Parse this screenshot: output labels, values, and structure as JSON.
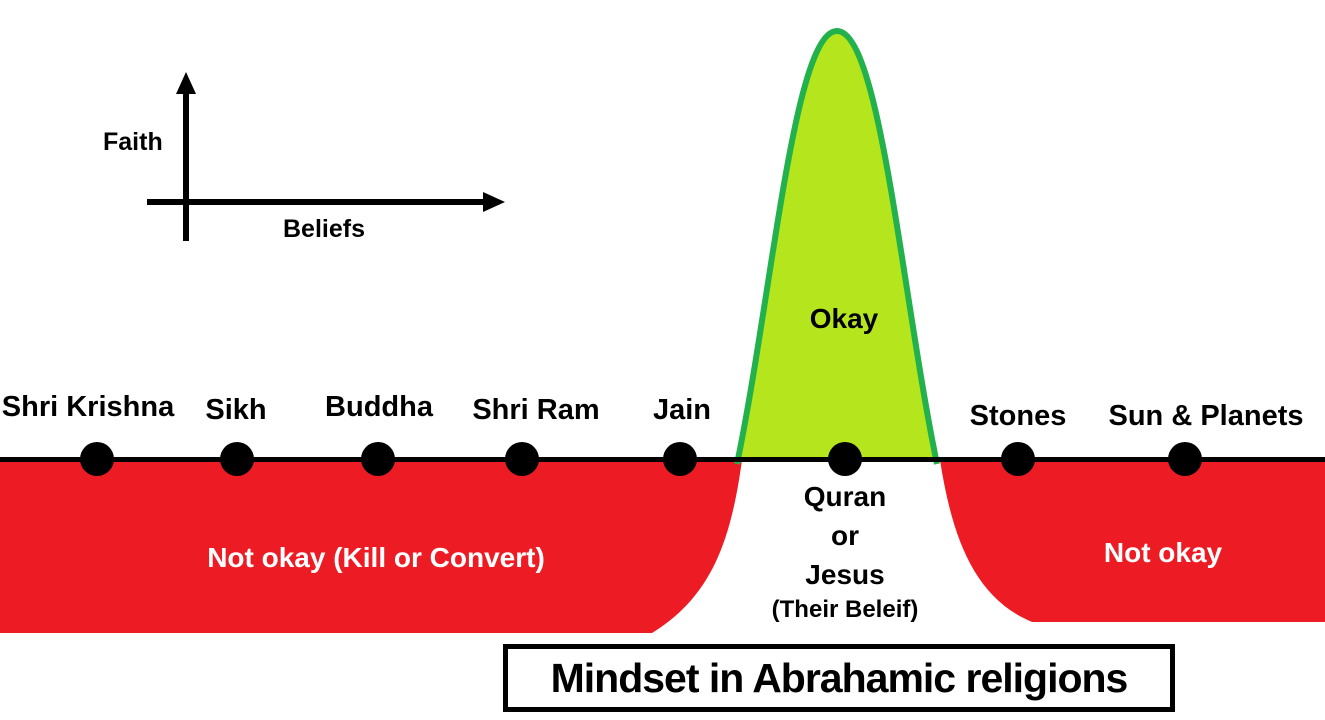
{
  "title": "Mindset in Abrahamic religions",
  "axis": {
    "vertical_label": "Faith",
    "horizontal_label": "Beliefs"
  },
  "points": [
    {
      "label": "Shri Krishna"
    },
    {
      "label": "Sikh"
    },
    {
      "label": "Buddha"
    },
    {
      "label": "Shri Ram"
    },
    {
      "label": "Jain"
    },
    {
      "label": "Stones"
    },
    {
      "label": "Sun & Planets"
    }
  ],
  "zones": {
    "okay": "Okay",
    "not_okay_left": "Not okay (Kill or Convert)",
    "not_okay_right": "Not okay"
  },
  "center_belief": {
    "line1": "Quran",
    "line2": "or",
    "line3": "Jesus",
    "line4": "(Their Beleif)"
  },
  "colors": {
    "red": "#ed1c24",
    "lime": "#b5e61d",
    "green": "#22b14c",
    "black": "#000000",
    "white": "#ffffff"
  }
}
